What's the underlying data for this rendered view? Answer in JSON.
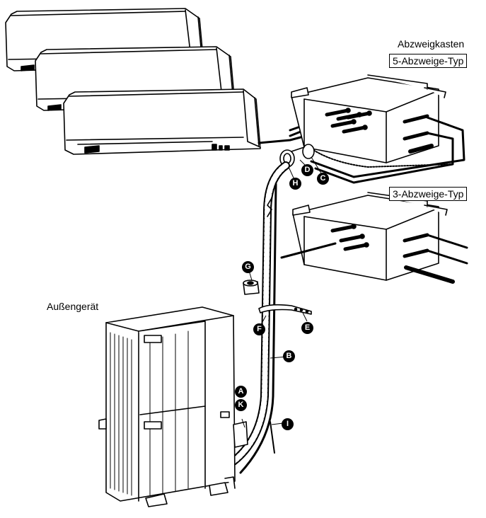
{
  "labels": {
    "branch_box": "Abzweigkasten",
    "five_branch": "5-Abzweige-Typ",
    "three_branch": "3-Abzweige-Typ",
    "outdoor_unit": "Außengerät"
  },
  "parts": {
    "a": "A",
    "b": "B",
    "c": "C",
    "d": "D",
    "e": "E",
    "f": "F",
    "g": "G",
    "h": "H",
    "i": "I",
    "k": "K"
  }
}
